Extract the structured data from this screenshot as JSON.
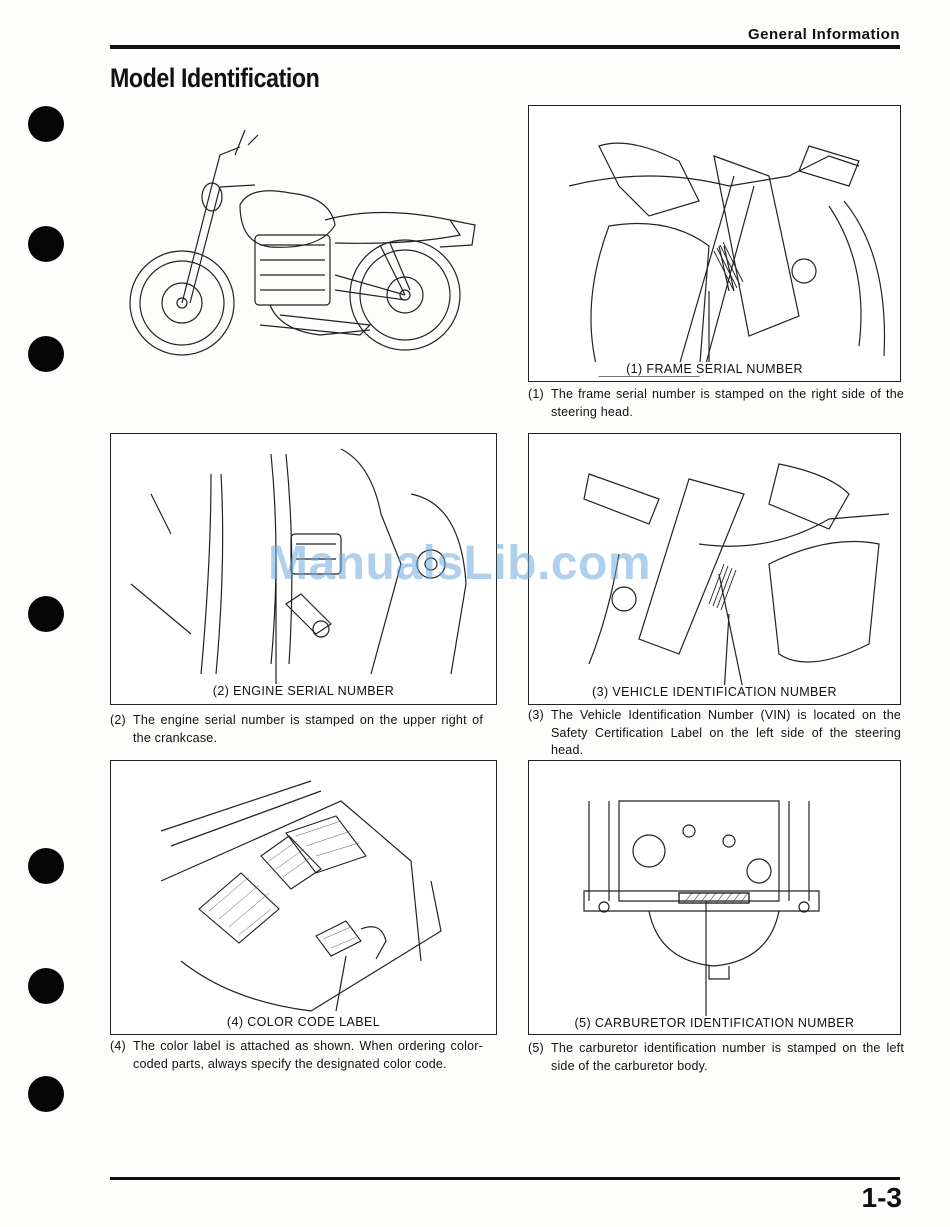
{
  "header": {
    "section_title": "General Information"
  },
  "page": {
    "title": "Model Identification",
    "number": "1-3"
  },
  "watermark": "ManualsLib.com",
  "figures": [
    {
      "label": "(1) FRAME SERIAL NUMBER",
      "caption_num": "(1)",
      "caption": "The frame serial number is stamped on the right side of the steering head."
    },
    {
      "label": "(2) ENGINE SERIAL NUMBER",
      "caption_num": "(2)",
      "caption": "The engine serial number is stamped on the upper right of the crankcase."
    },
    {
      "label": "(3) VEHICLE IDENTIFICATION NUMBER",
      "caption_num": "(3)",
      "caption": "The Vehicle Identification Number (VIN) is located on the Safety Certification Label on the left side of the steering head."
    },
    {
      "label": "(4) COLOR CODE LABEL",
      "caption_num": "(4)",
      "caption": "The color label is attached as shown. When ordering color-coded parts, always specify the designated color code."
    },
    {
      "label": "(5) CARBURETOR IDENTIFICATION NUMBER",
      "caption_num": "(5)",
      "caption": "The carburetor identification number is stamped on the left side of the carburetor body."
    }
  ]
}
